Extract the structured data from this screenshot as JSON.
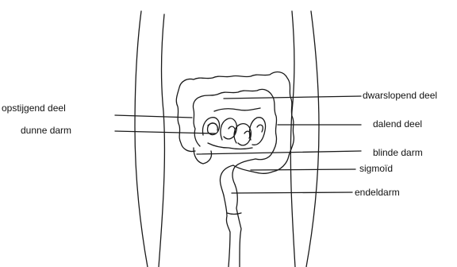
{
  "labels": {
    "ascending": "opstijgend deel",
    "small_intestine": "dunne darm",
    "transverse": "dwarslopend deel",
    "descending": "dalend deel",
    "cecum": "blinde darm",
    "sigmoid": "sigmoïd",
    "rectum": "endeldarm"
  },
  "colors": {
    "line": "#1a1a1a",
    "text": "#111111",
    "background": "#ffffff"
  }
}
